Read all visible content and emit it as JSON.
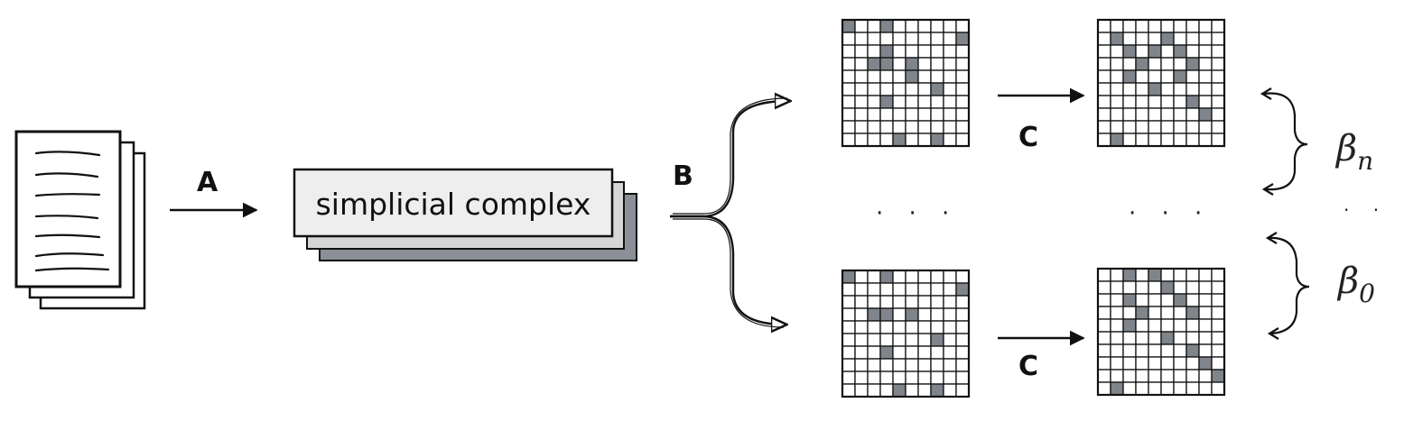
{
  "labels": {
    "arrow_a": "A",
    "arrow_b": "B",
    "arrow_c_top": "C",
    "arrow_c_bottom": "C",
    "complex_box": "simplicial complex",
    "ellipsis_mid": "· · ·",
    "ellipsis_right": "· · ·",
    "ellipsis_far": "· · ·"
  },
  "betti": {
    "top": {
      "symbol": "β",
      "subscript": "n"
    },
    "bottom": {
      "symbol": "β",
      "subscript": "0"
    }
  },
  "colors": {
    "stroke": "#111111",
    "filled_cell": "#7f858a",
    "shadow_box": "#8a9096",
    "box_fill": "#eeeeee"
  },
  "matrices": {
    "rows": 10,
    "cols": 10,
    "top_left": [
      [
        0,
        0
      ],
      [
        0,
        3
      ],
      [
        1,
        9
      ],
      [
        2,
        3
      ],
      [
        3,
        2
      ],
      [
        3,
        3
      ],
      [
        3,
        5
      ],
      [
        4,
        5
      ],
      [
        5,
        7
      ],
      [
        6,
        3
      ],
      [
        9,
        4
      ],
      [
        9,
        7
      ]
    ],
    "top_right": [
      [
        1,
        1
      ],
      [
        1,
        5
      ],
      [
        2,
        2
      ],
      [
        2,
        4
      ],
      [
        2,
        6
      ],
      [
        3,
        3
      ],
      [
        3,
        7
      ],
      [
        4,
        2
      ],
      [
        4,
        6
      ],
      [
        5,
        4
      ],
      [
        6,
        7
      ],
      [
        7,
        8
      ],
      [
        9,
        1
      ]
    ],
    "bottom_left": [
      [
        0,
        0
      ],
      [
        0,
        3
      ],
      [
        1,
        9
      ],
      [
        3,
        2
      ],
      [
        3,
        3
      ],
      [
        3,
        5
      ],
      [
        5,
        7
      ],
      [
        6,
        3
      ],
      [
        9,
        4
      ],
      [
        9,
        7
      ]
    ],
    "bottom_right": [
      [
        0,
        2
      ],
      [
        0,
        4
      ],
      [
        1,
        5
      ],
      [
        2,
        2
      ],
      [
        2,
        6
      ],
      [
        3,
        3
      ],
      [
        3,
        7
      ],
      [
        4,
        2
      ],
      [
        5,
        5
      ],
      [
        6,
        7
      ],
      [
        7,
        8
      ],
      [
        8,
        9
      ],
      [
        9,
        1
      ]
    ]
  }
}
